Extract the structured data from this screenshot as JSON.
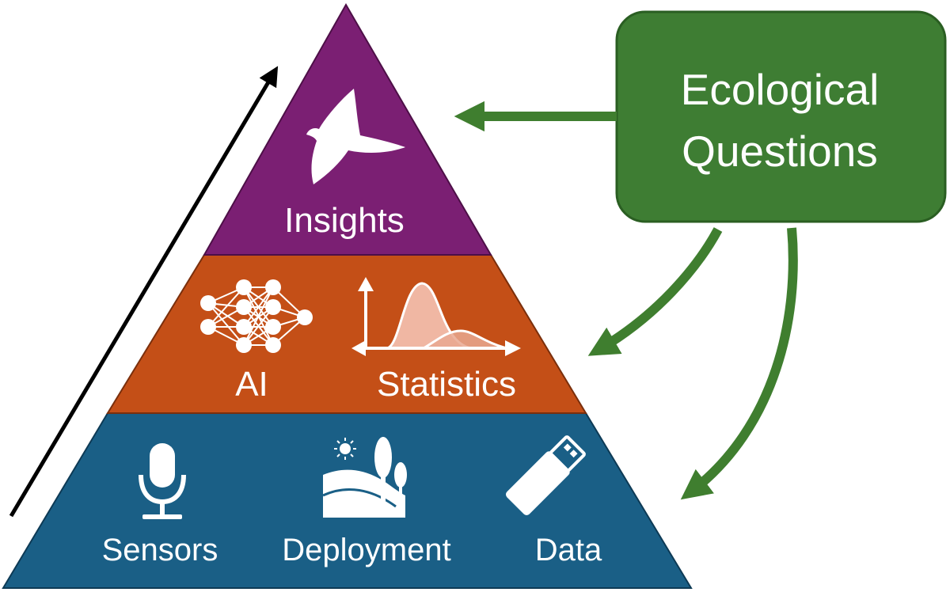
{
  "pyramid": {
    "top": {
      "label": "Insights",
      "color": "#7b1f73"
    },
    "middle": {
      "labels": [
        "AI",
        "Statistics"
      ],
      "color": "#c44f17"
    },
    "bottom": {
      "labels": [
        "Sensors",
        "Deployment",
        "Data"
      ],
      "color": "#1a5f86"
    }
  },
  "questions_box": {
    "line1": "Ecological",
    "line2": "Questions",
    "color": "#3e7d33",
    "border_color": "#2a5e22"
  },
  "icons": [
    "bird-icon",
    "neural-network-icon",
    "distribution-plot-icon",
    "microphone-icon",
    "landscape-icon",
    "usb-drive-icon"
  ]
}
